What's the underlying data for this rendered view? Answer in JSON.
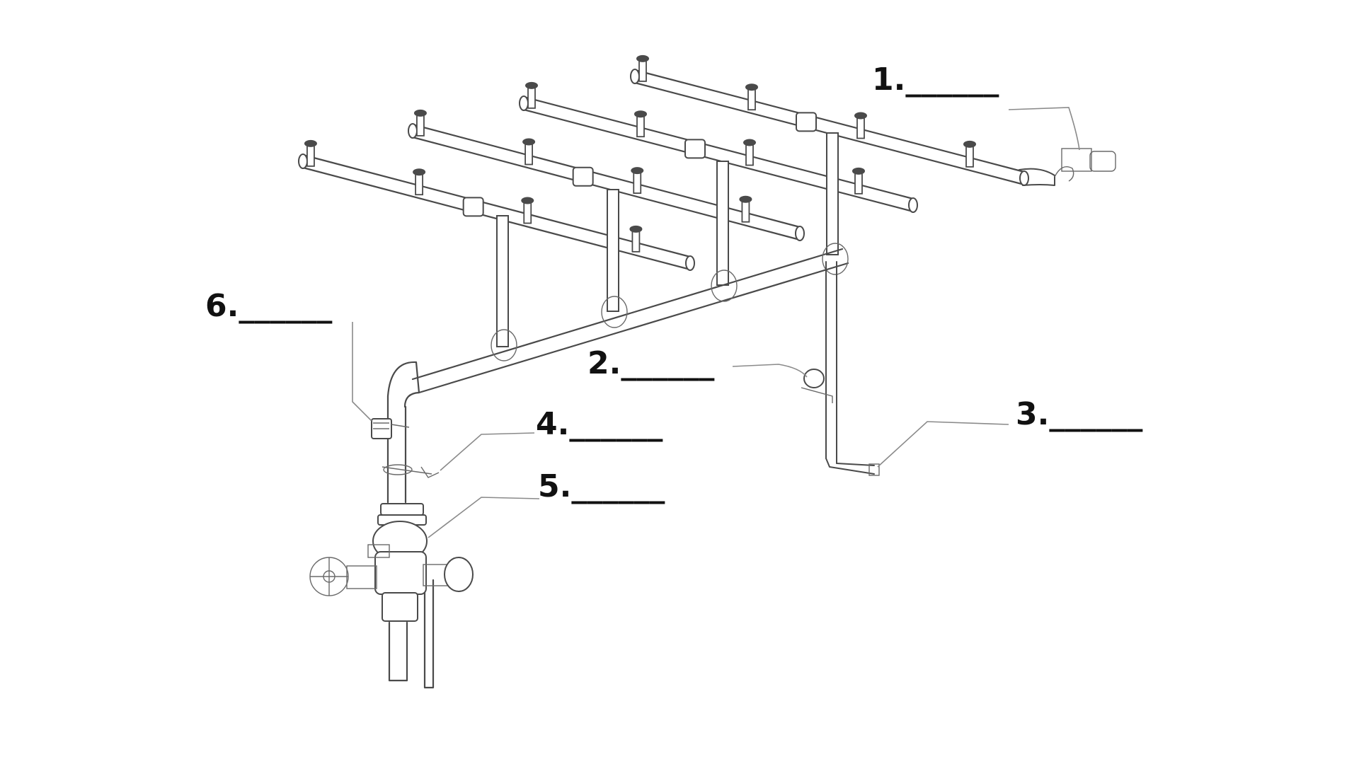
{
  "labels": [
    {
      "id": "1",
      "text": "1.______"
    },
    {
      "id": "2",
      "text": "2.______"
    },
    {
      "id": "3",
      "text": "3.______"
    },
    {
      "id": "4",
      "text": "4.______"
    },
    {
      "id": "5",
      "text": "5.______"
    },
    {
      "id": "6",
      "text": "6.______"
    }
  ],
  "colors": {
    "line": "#4a4a4a",
    "label": "#111111",
    "background": "#ffffff"
  }
}
